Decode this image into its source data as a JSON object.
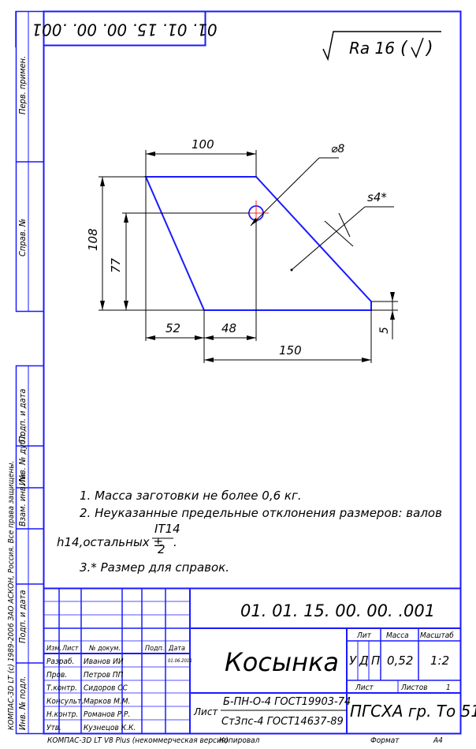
{
  "doc_code": "01. 01. 15. 00. 00. .001",
  "roughness": {
    "ra": "Ra 16",
    "paren": "(",
    "paren_close": ")"
  },
  "dims": {
    "top": "100",
    "height_total": "108",
    "height_mid": "77",
    "bottom_left": "52",
    "bottom_mid": "48",
    "bottom_total": "150",
    "right_small": "5",
    "hole": "⌀8",
    "thickness": "s4*"
  },
  "notes": {
    "n1": "1. Масса заготовки не более 0,6 кг.",
    "n2": "2. Неуказанные предельные отклонения размеров: валов",
    "n2b": "h14,остальных ±",
    "frac_num": "IT14",
    "frac_den": "2",
    "frac_tail": ".",
    "n3": "3.*  Размер для справок."
  },
  "side_labels": {
    "perv": "Перв. примен.",
    "sprav": "Справ. №",
    "podp_data_top": "Подп. и дата",
    "inv_dubl": "Инв. № дубл.",
    "vzam": "Взам. инв. №",
    "podp_data_bot": "Подп. и дата",
    "inv_podl": "Инв. № подл."
  },
  "copyright": "КОМПАС-3D LT (с) 1989-2006 ЗАО АСКОН, Россия. Все права защищены.",
  "title_block": {
    "code": "01. 01. 15. 00. 00. .001",
    "name": "Косынка",
    "material_line1": "Б-ПН-О-4  ГОСТ19903-74",
    "material_line2": "Ст3пс-4  ГОСТ14637-89",
    "list_label": "Лист",
    "lit": "Лит",
    "massa": "Масса",
    "masshtab": "Масштаб",
    "lit_u": "У",
    "lit_d": "Д",
    "lit_p": "П",
    "mass_value": "0,52",
    "scale_value": "1:2",
    "list_cell": "Лист",
    "listov": "Листов",
    "listov_value": "1",
    "org": "ПГСХА гр. То 51",
    "header": {
      "izm": "Изм.",
      "list": "Лист",
      "doc": "№ докум.",
      "podp": "Подп.",
      "data": "Дата"
    },
    "rows": [
      {
        "role": "Разраб.",
        "name": "Иванов ИИ",
        "date": "01.06.2011"
      },
      {
        "role": "Пров.",
        "name": "Петров ПП",
        "date": ""
      },
      {
        "role": "Т.контр.",
        "name": "Сидоров СС",
        "date": ""
      },
      {
        "role": "Консульт.",
        "name": "Марков М.М.",
        "date": ""
      },
      {
        "role": "Н.контр.",
        "name": "Романов Р.Р.",
        "date": ""
      },
      {
        "role": "Утв.",
        "name": "Кузнецов К.К.",
        "date": ""
      }
    ]
  },
  "footer": {
    "program": "КОМПАС-3D LT V8 Plus (некоммерческая версия)",
    "copied": "Копировал",
    "format": "Формат",
    "format_value": "A4"
  }
}
